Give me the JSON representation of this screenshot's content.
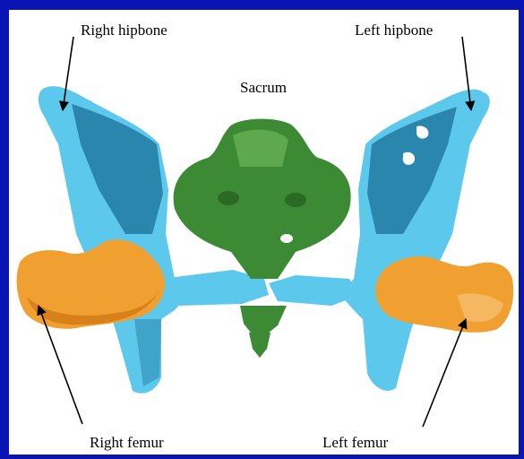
{
  "labels": {
    "right_hipbone": "Right hipbone",
    "left_hipbone": "Left hipbone",
    "sacrum": "Sacrum",
    "right_femur": "Right femur",
    "left_femur": "Left femur"
  },
  "colors": {
    "border": "#0a14b4",
    "background": "#ffffff",
    "hipbone_light": "#5cc8ec",
    "hipbone_dark": "#2a86ad",
    "sacrum": "#3c8a34",
    "sacrum_light": "#5ea84e",
    "femur": "#f0a030",
    "femur_dark": "#d8801a"
  }
}
